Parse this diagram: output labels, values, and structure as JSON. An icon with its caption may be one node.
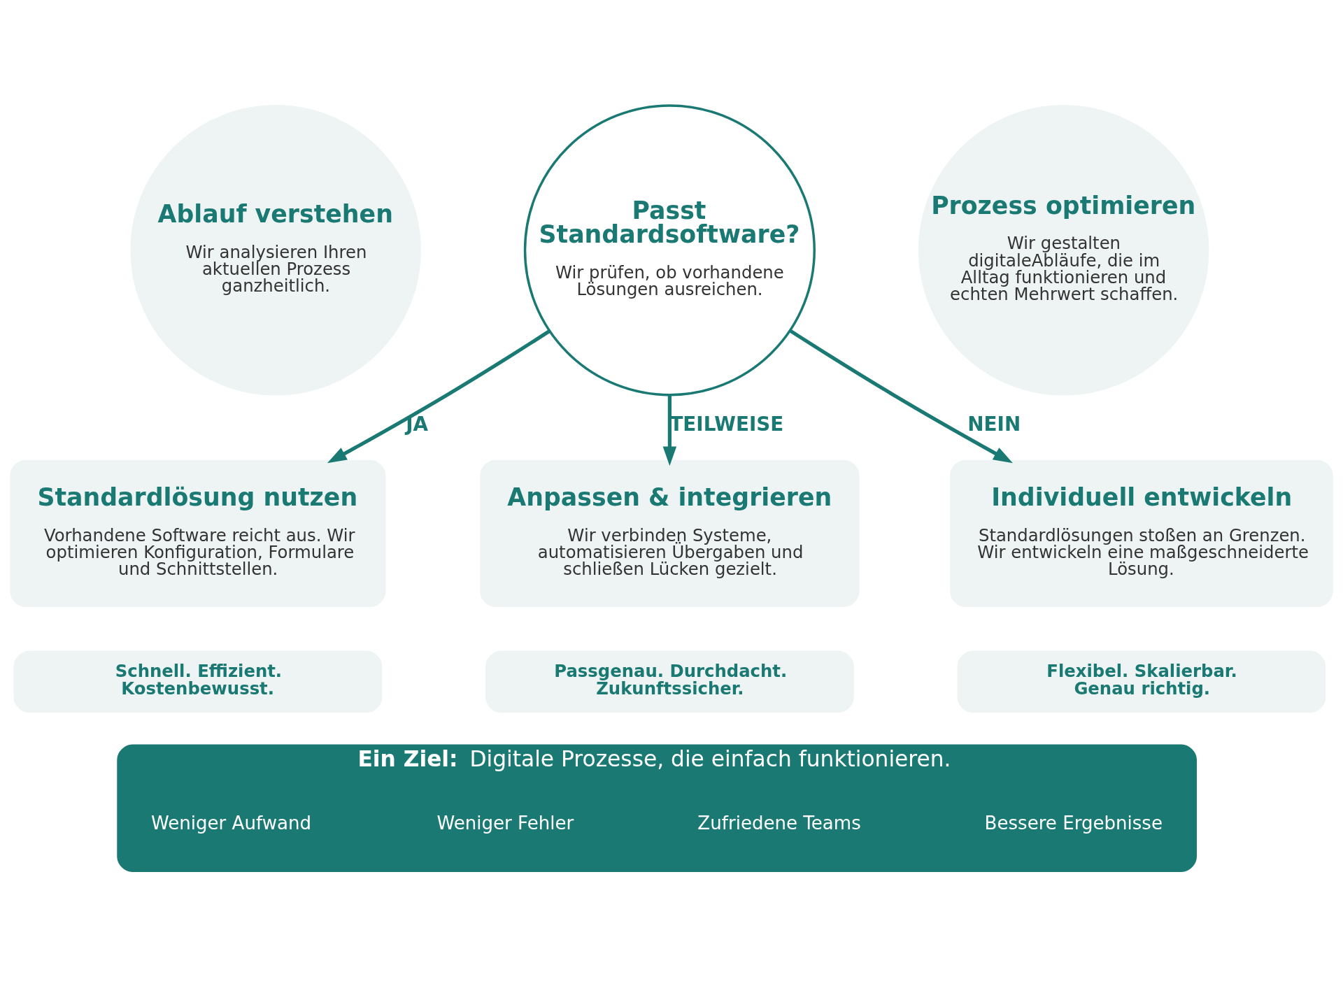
{
  "diagram": {
    "nodes": [
      {
        "text": [
          "Ablauf verstehen",
          "Wir analysieren Ihren aktuellen Prozess ganzheitlich."
        ]
      },
      {
        "text": [
          "Passt Standardsoftware?",
          "Wir prüfen, ob vorhandene Lösungen ausreichen."
        ]
      },
      {
        "text": [
          "Prozess optimieren",
          "Wir gestalten digitaleAbläufe, die im Alltag funktionieren und echten Mehrwert schaffen."
        ]
      },
      {
        "text": [
          "Standardlösung nutzen",
          "Vorhandene Software reicht aus. Wir optimieren Konfiguration, Formulare und Schnittstellen."
        ]
      },
      {
        "text": [
          "Anpassen & integrieren",
          "Wir verbinden Systeme, automatisieren Übergaben und schließen Lücken gezielt."
        ]
      },
      {
        "text": [
          "Individuell entwickeln",
          "Standardlösungen stoßen an Grenzen. Wir entwickeln eine maßgeschneiderte Lösung."
        ]
      },
      {
        "text": [
          "Schnell. Effizient. Kostenbewusst."
        ]
      },
      {
        "text": [
          "Passgenau. Durchdacht. Zukunftssicher."
        ]
      },
      {
        "text": [
          "Flexibel. Skalierbar. Genau richtig."
        ]
      },
      {
        "text": [
          "Ein Ziel:",
          "Digitale Prozesse, die einfach funktionieren."
        ]
      },
      {
        "text": [
          "Weniger Aufwand"
        ],
        "in": 9
      },
      {
        "text": [
          "Weniger Fehler"
        ],
        "in": 9
      },
      {
        "text": [
          "Zufriedene Teams"
        ],
        "in": 9
      },
      {
        "text": [
          "Bessere Ergebnisse"
        ],
        "in": 9
      }
    ],
    "edges": [
      {
        "from": 1,
        "to": 3,
        "arrow": "to",
        "label": "JA"
      },
      {
        "from": 1,
        "to": 4,
        "arrow": "to",
        "label": "TEILWEISE"
      },
      {
        "from": 1,
        "to": 5,
        "arrow": "to",
        "label": "NEIN"
      }
    ]
  }
}
